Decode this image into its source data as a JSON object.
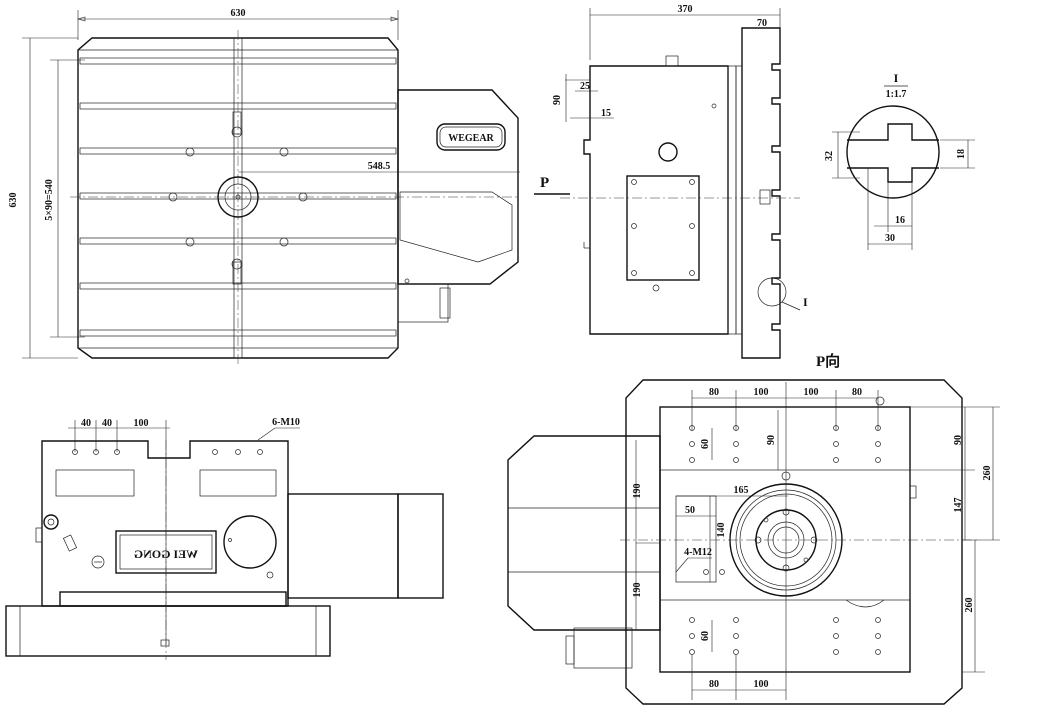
{
  "drawing": {
    "title": "Rotary table with tilting table — engineering drawing",
    "brand_plate_top": "WEGEAR",
    "brand_plate_front": "WEI GONG",
    "view_p_label": "P向",
    "arrow_p_label": "P",
    "detail_label": "I",
    "detail_scale": "1:1.7"
  },
  "dimensions": {
    "top_width": "630",
    "top_height": "630",
    "slot_pitch": "5×90=540",
    "center_offset": "548.5",
    "side_width": "370",
    "side_flange": "70",
    "side_25": "25",
    "side_90": "90",
    "side_15": "15",
    "detail_32": "32",
    "detail_18": "18",
    "detail_16": "16",
    "detail_30": "30",
    "front_40a": "40",
    "front_40b": "40",
    "front_100": "100",
    "front_thread": "6-M10",
    "p_top_80a": "80",
    "p_top_100a": "100",
    "p_top_100b": "100",
    "p_top_80b": "80",
    "p_60a": "60",
    "p_90": "90",
    "p_190a": "190",
    "p_165": "165",
    "p_50": "50",
    "p_140": "140",
    "p_thread": "4-M12",
    "p_190b": "190",
    "p_60b": "60",
    "p_bot_80": "80",
    "p_bot_100": "100",
    "p_r90": "90",
    "p_r147": "147",
    "p_r260a": "260",
    "p_r260b": "260"
  },
  "icons": {
    "center_mark": "center-mark-icon",
    "mounting_hole": "mounting-hole-icon",
    "rotary_table": "rotary-table-icon"
  }
}
